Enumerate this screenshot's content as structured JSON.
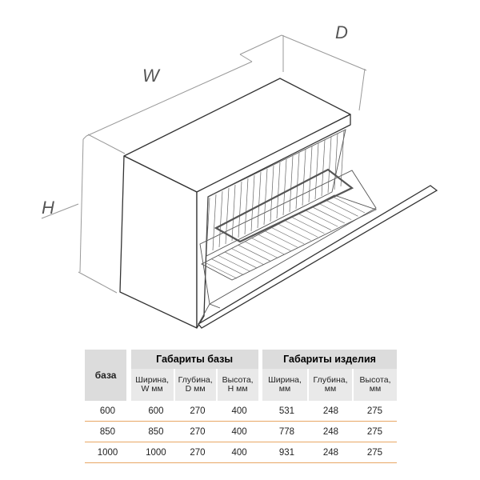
{
  "dimensions": {
    "width_label": "W",
    "depth_label": "D",
    "height_label": "H"
  },
  "table": {
    "base_header": "база",
    "group_base": "Габариты базы",
    "group_product": "Габариты изделия",
    "sub_headers": [
      [
        "Ширина,",
        "W мм"
      ],
      [
        "Глубина,",
        "D мм"
      ],
      [
        "Высота,",
        "H мм"
      ],
      [
        "Ширина,",
        "мм"
      ],
      [
        "Глубина,",
        "мм"
      ],
      [
        "Высота,",
        "мм"
      ]
    ],
    "rows": [
      [
        "600",
        "600",
        "270",
        "400",
        "531",
        "248",
        "275"
      ],
      [
        "850",
        "850",
        "270",
        "400",
        "778",
        "248",
        "275"
      ],
      [
        "1000",
        "1000",
        "270",
        "400",
        "931",
        "248",
        "275"
      ]
    ],
    "accent_color": "#e8a765"
  }
}
